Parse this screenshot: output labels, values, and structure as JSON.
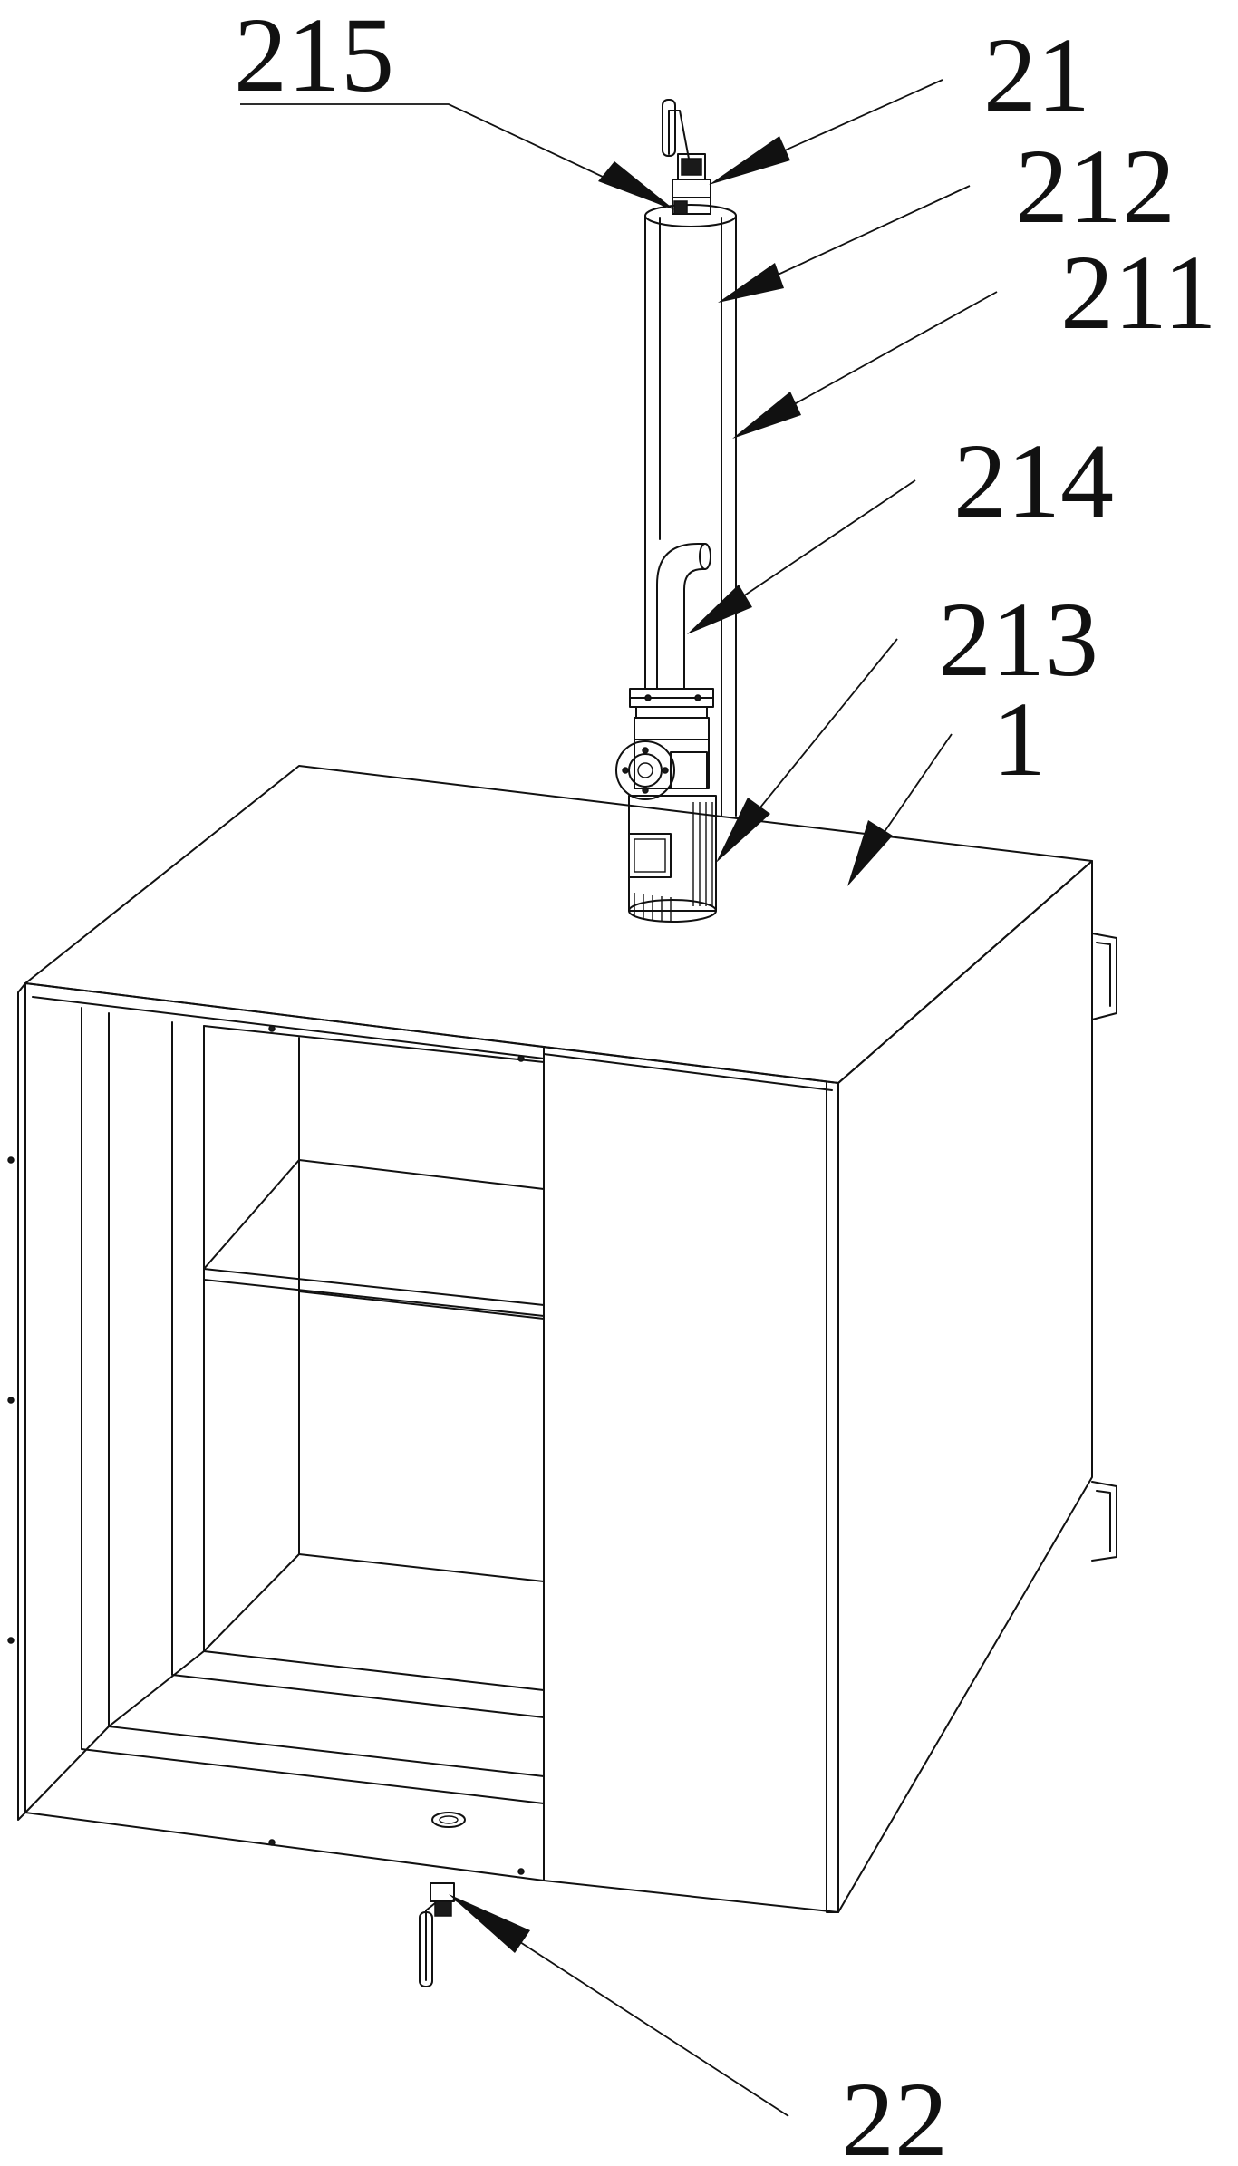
{
  "labels": {
    "l215": "215",
    "l21": "21",
    "l212": "212",
    "l211": "211",
    "l214": "214",
    "l213": "213",
    "l1": "1",
    "l22": "22"
  },
  "colors": {
    "ink": "#111111",
    "paper": "#ffffff"
  }
}
